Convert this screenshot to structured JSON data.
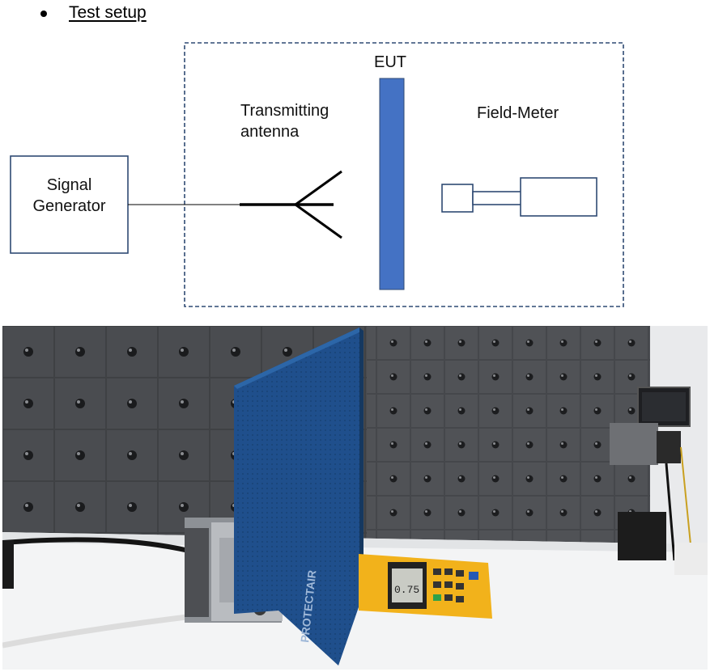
{
  "heading": {
    "bullet": "•",
    "text": "Test setup"
  },
  "diagram": {
    "signal_generator": [
      "Signal",
      "Generator"
    ],
    "transmitting_antenna": [
      "Transmitting",
      "antenna"
    ],
    "eut": "EUT",
    "field_meter": "Field-Meter"
  },
  "photo": {
    "panel_brand": "PROTECTAIR",
    "meter_readout": "0.75",
    "description_colors": {
      "panel": "#1f4f8c",
      "meter": "#f2b21b",
      "eut_bar": "#4472c4",
      "box_border": "#2f4a73"
    }
  }
}
